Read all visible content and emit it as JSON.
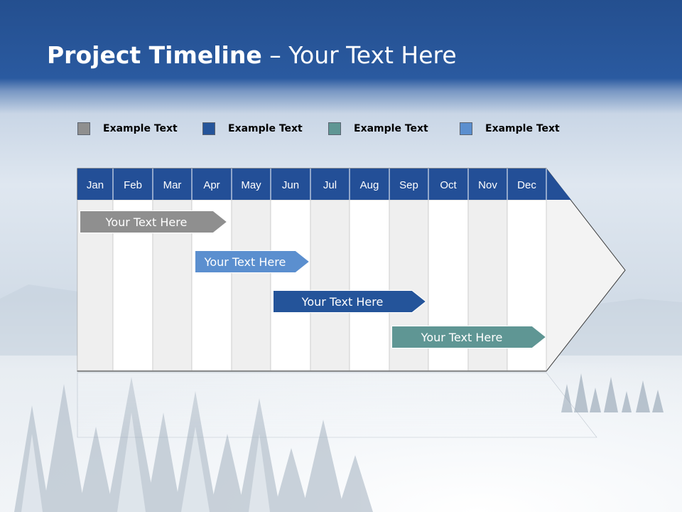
{
  "slide": {
    "title_bold": "Project Timeline",
    "title_rest": " – Your Text Here"
  },
  "legend": [
    {
      "label": "Example Text",
      "color": "#8f8f8f"
    },
    {
      "label": "Example Text",
      "color": "#24549a"
    },
    {
      "label": "Example Text",
      "color": "#5f9694"
    },
    {
      "label": "Example Text",
      "color": "#5b8fcf"
    }
  ],
  "timeline": {
    "months": [
      "Jan",
      "Feb",
      "Mar",
      "Apr",
      "May",
      "Jun",
      "Jul",
      "Aug",
      "Sep",
      "Oct",
      "Nov",
      "Dec"
    ],
    "header_color": "#234f97",
    "tasks": [
      {
        "label": "Your  Text Here",
        "color": "#8f8f8f",
        "start_month": "Jan",
        "end_month": "Apr"
      },
      {
        "label": "Your  Text Here",
        "color": "#5b8fcf",
        "start_month": "Apr",
        "end_month": "Jun"
      },
      {
        "label": "Your  Text Here",
        "color": "#24549a",
        "start_month": "Jun",
        "end_month": "Sep"
      },
      {
        "label": "Your  Text Here",
        "color": "#5f9694",
        "start_month": "Sep",
        "end_month": "Dec"
      }
    ]
  }
}
